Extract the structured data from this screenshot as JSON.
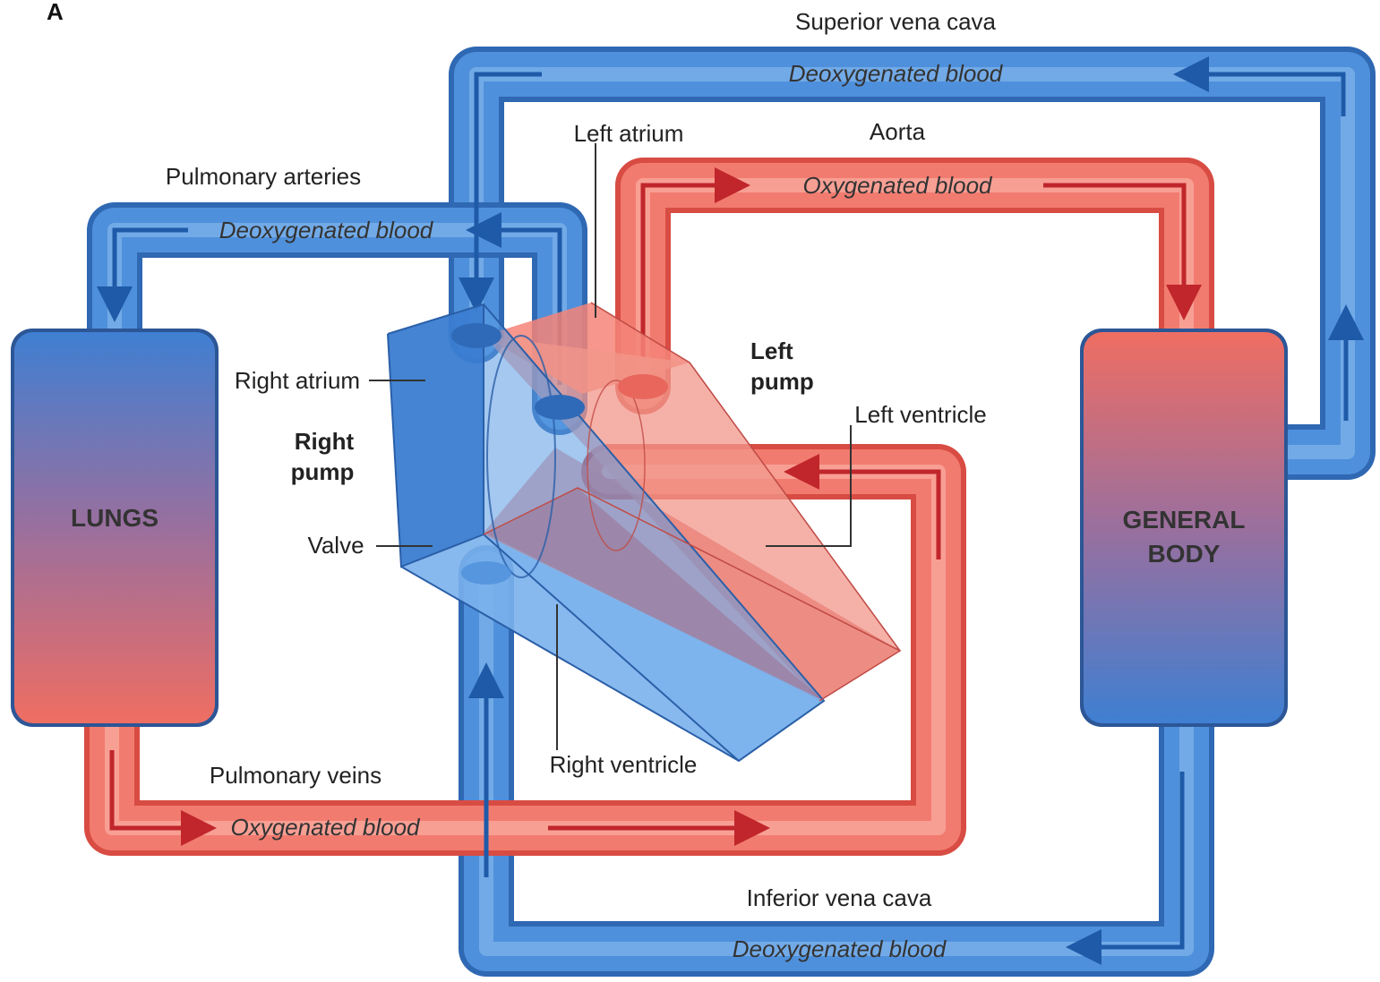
{
  "panel_letter": "A",
  "organs": {
    "lungs": "LUNGS",
    "general_body_line1": "GENERAL",
    "general_body_line2": "BODY"
  },
  "vessels": {
    "superior_vena_cava": "Superior vena cava",
    "aorta": "Aorta",
    "pulmonary_arteries": "Pulmonary arteries",
    "pulmonary_veins": "Pulmonary veins",
    "inferior_vena_cava": "Inferior vena cava"
  },
  "flow_labels": {
    "deoxygenated": "Deoxygenated blood",
    "oxygenated": "Oxygenated blood"
  },
  "heart": {
    "left_atrium": "Left atrium",
    "right_atrium": "Right atrium",
    "left_ventricle": "Left ventricle",
    "right_ventricle": "Right ventricle",
    "valve": "Valve",
    "right_pump_line1": "Right",
    "right_pump_line2": "pump",
    "left_pump_line1": "Left",
    "left_pump_line2": "pump"
  },
  "colors": {
    "deoxygenated": "#3d7fd0",
    "oxygenated": "#ee6e62",
    "deoxygenated_arrow": "#1e5aa8",
    "oxygenated_arrow": "#c0262b"
  }
}
